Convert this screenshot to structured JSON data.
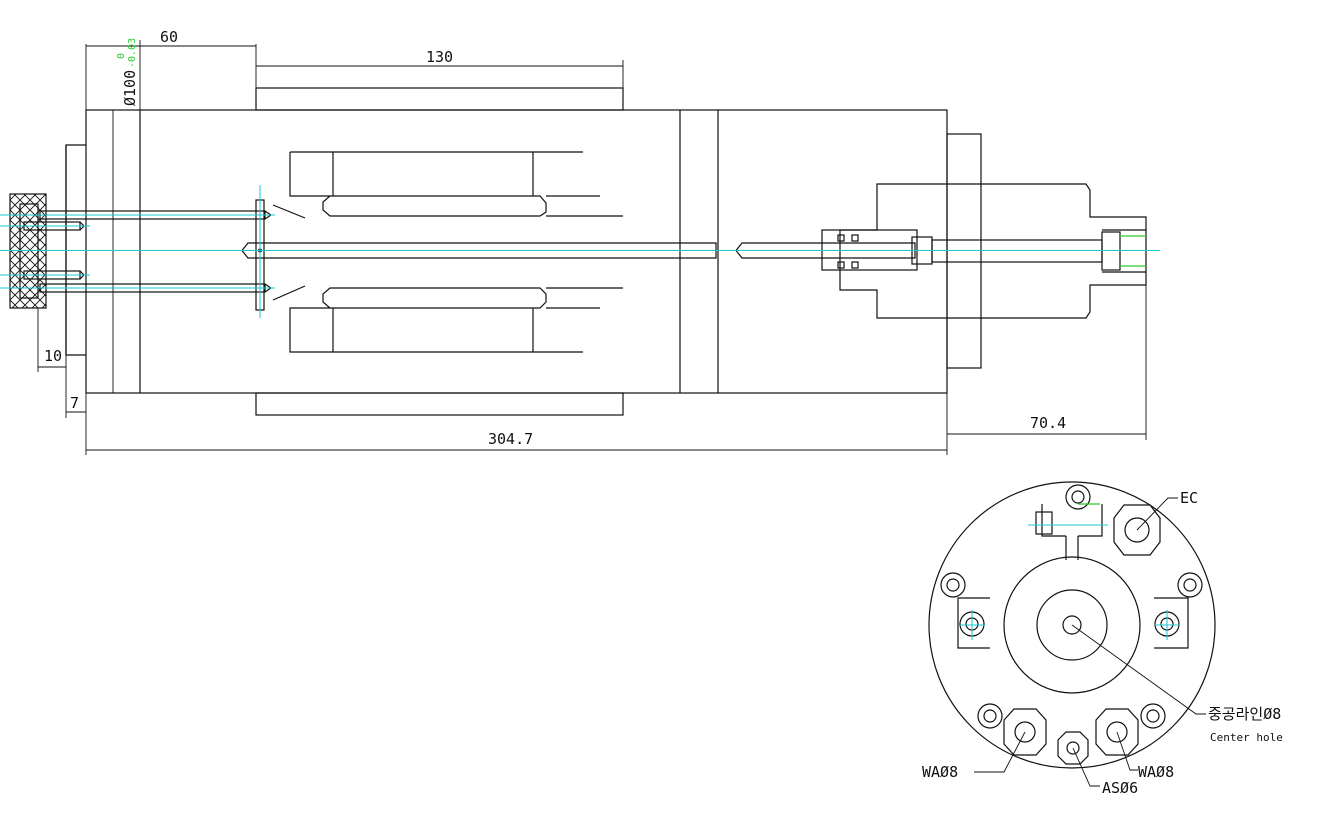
{
  "dimensions": {
    "d60": "60",
    "d130": "130",
    "dia_prefix": "Ø100",
    "tol_upper": "0",
    "tol_lower": "-0.03",
    "d10": "10",
    "d7": "7",
    "d304": "304.7",
    "d70": "70.4"
  },
  "ports": {
    "ec": "EC",
    "center_kr": "중공라인Ø8",
    "center_en": "Center hole",
    "wa_left": "WAØ8",
    "as": "ASØ6",
    "wa_right": "WAØ8"
  },
  "colors": {
    "line": "#111111",
    "centerline": "#19c9d6",
    "tolerance": "#2ecc2e"
  }
}
